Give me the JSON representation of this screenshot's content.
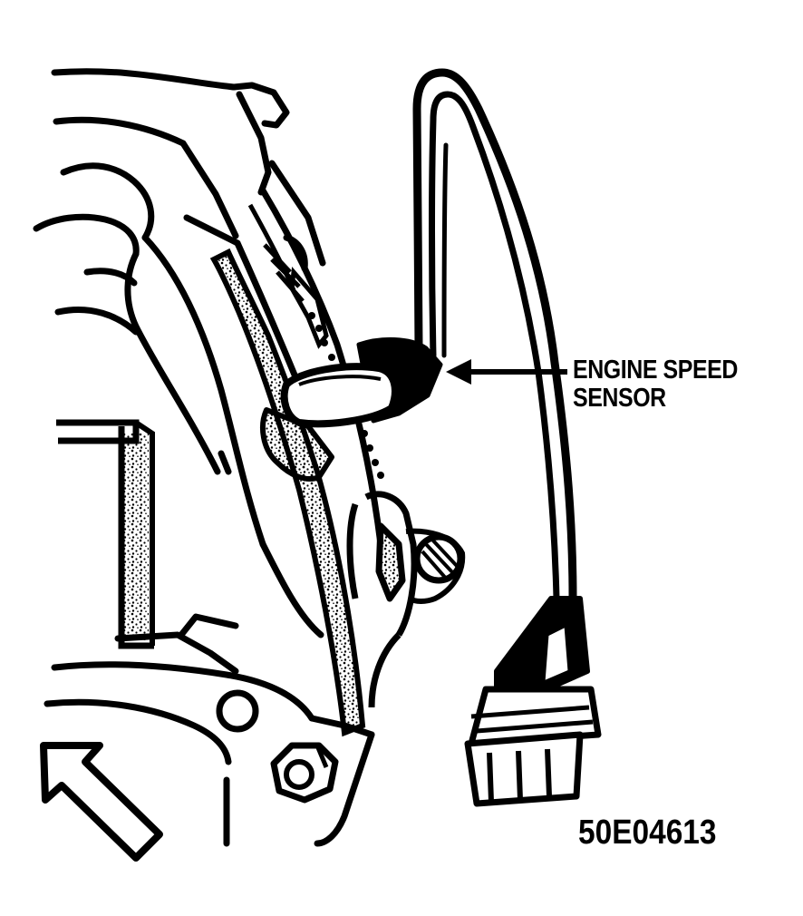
{
  "callout": {
    "line1": "ENGINE SPEED",
    "line2": "SENSOR"
  },
  "figure_id": "50E04613",
  "colors": {
    "ink": "#000000",
    "paper": "#ffffff"
  },
  "icons": [
    "direction-arrow-icon",
    "callout-arrow-icon"
  ]
}
